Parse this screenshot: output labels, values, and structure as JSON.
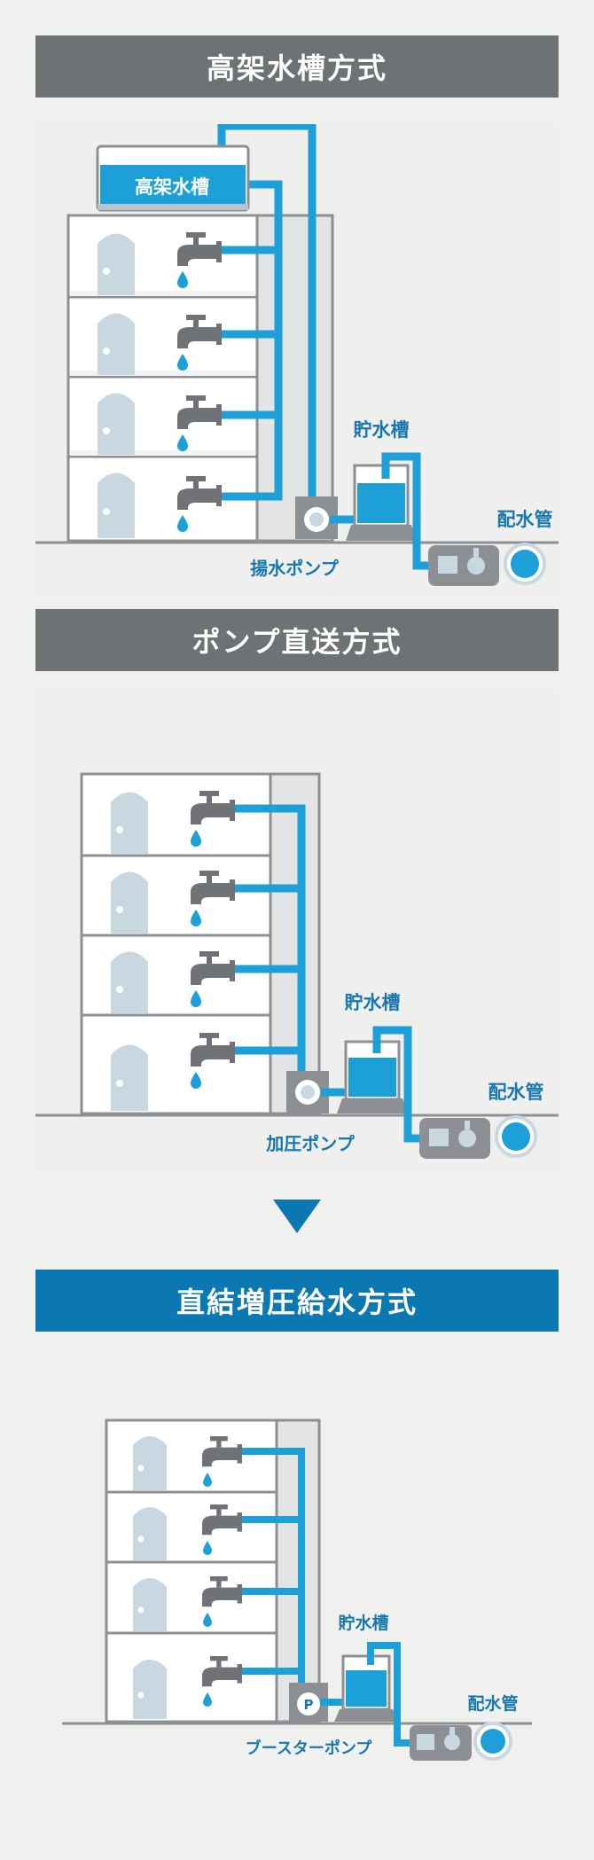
{
  "sections": {
    "elevated": {
      "title": "高架水槽方式",
      "roof_tank_label": "高架水槽",
      "storage_tank_label": "貯水槽",
      "main_pipe_label": "配水管",
      "pump_label": "揚水ポンプ"
    },
    "direct_pump": {
      "title": "ポンプ直送方式",
      "storage_tank_label": "貯水槽",
      "main_pipe_label": "配水管",
      "pump_label": "加圧ポンプ"
    },
    "booster": {
      "title": "直結増圧給水方式",
      "storage_tank_label": "貯水槽",
      "main_pipe_label": "配水管",
      "pump_label": "ブースターポンプ",
      "pump_mark": "P"
    }
  },
  "colors": {
    "banner_gray": "#6d7275",
    "banner_blue": "#0c78b1",
    "pipe_blue": "#1da0d8",
    "label_blue": "#1877ad",
    "building_gray": "#8c9094",
    "door": "#c9d8e0",
    "faucet": "#6f7377"
  }
}
